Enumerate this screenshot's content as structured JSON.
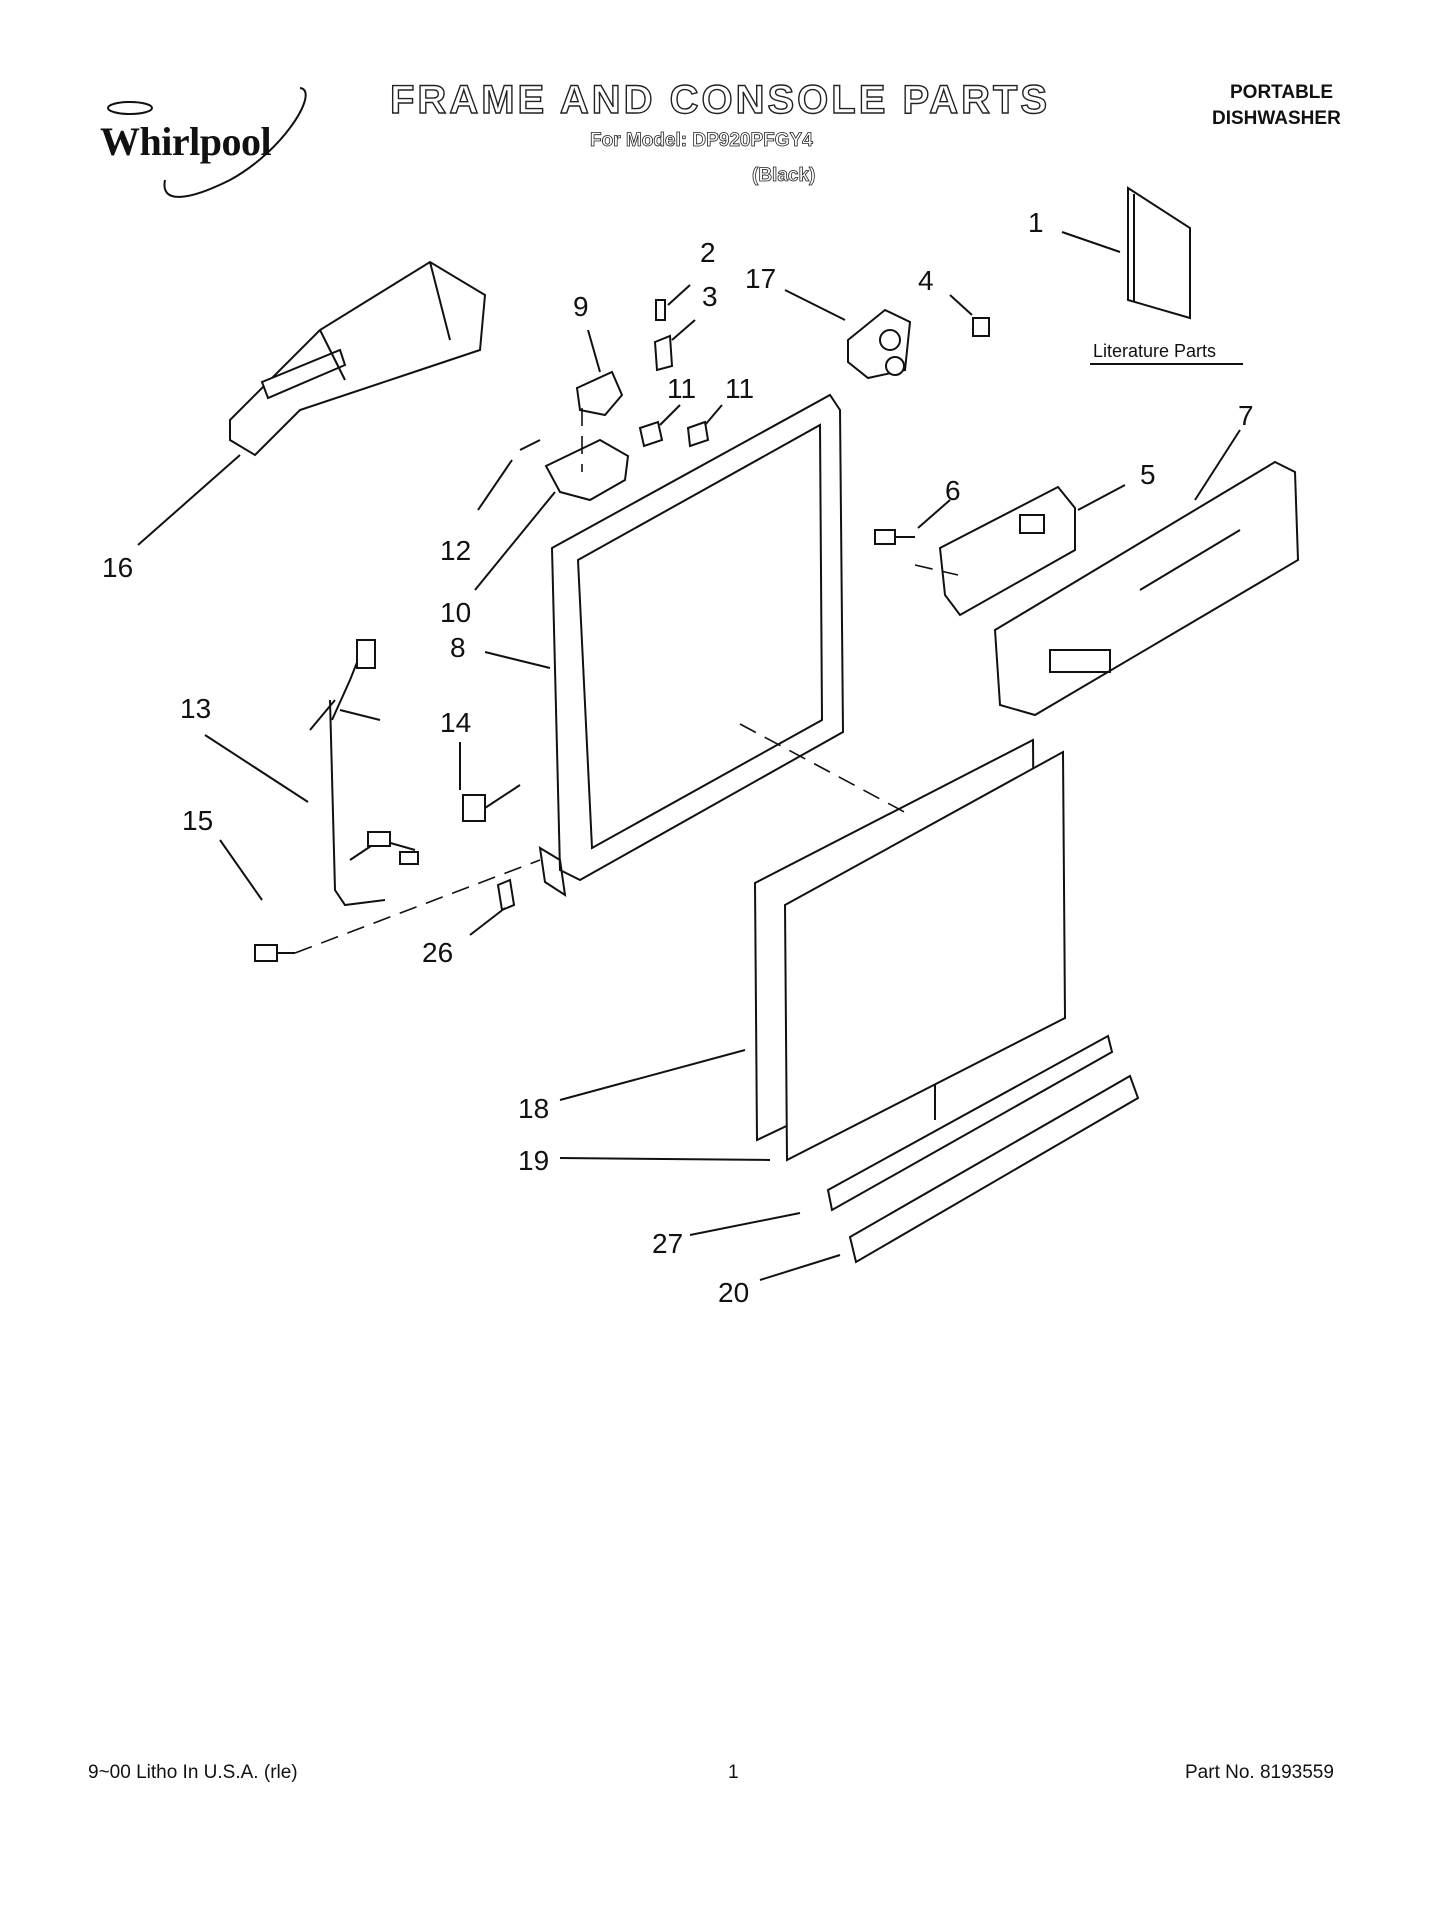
{
  "header": {
    "brand": "Whirlpool",
    "title": "FRAME AND CONSOLE PARTS",
    "model_line": "For Model: DP920PFGY4",
    "variant": "(Black)",
    "product_type_line1": "PORTABLE",
    "product_type_line2": "DISHWASHER"
  },
  "diagram": {
    "literature_label": "Literature Parts",
    "callouts": [
      "1",
      "2",
      "3",
      "17",
      "4",
      "9",
      "11",
      "11",
      "7",
      "5",
      "6",
      "12",
      "16",
      "10",
      "8",
      "13",
      "14",
      "15",
      "26",
      "18",
      "19",
      "27",
      "20"
    ]
  },
  "footer": {
    "left": "9~00 Litho In U.S.A. (rle)",
    "page": "1",
    "part_no": "Part No. 8193559"
  }
}
